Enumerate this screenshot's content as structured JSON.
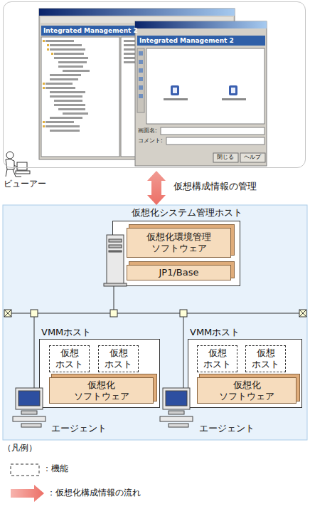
{
  "diagram": {
    "nodes": [
      {
        "text": [
          "ビューアー"
        ]
      },
      {
        "text": [
          "仮想化システム管理ホスト"
        ]
      },
      {
        "text": [
          "仮想化環境管理 ソフトウェア"
        ],
        "in": 1
      },
      {
        "text": [
          "JP1/Base"
        ],
        "in": 1
      },
      {
        "text": [
          "VMMホスト"
        ]
      },
      {
        "text": [
          "仮想 ホスト"
        ],
        "in": 4
      },
      {
        "text": [
          "仮想 ホスト"
        ],
        "in": 4
      },
      {
        "text": [
          "仮想化 ソフトウェア"
        ],
        "in": 4
      },
      {
        "text": [
          "VMMホスト"
        ]
      },
      {
        "text": [
          "仮想 ホスト"
        ],
        "in": 8
      },
      {
        "text": [
          "仮想 ホスト"
        ],
        "in": 8
      },
      {
        "text": [
          "仮想化 ソフトウェア"
        ],
        "in": 8
      }
    ],
    "edges": [
      {
        "from": 0,
        "to": 1,
        "label": "仮想構成情報の管理",
        "arrow": "both"
      }
    ],
    "labels": [
      "Integrated Management 2",
      "Integrated Management 2",
      "画面名:",
      "コメント:",
      "閉じる",
      "ヘルプ",
      "エージェント",
      "エージェント",
      "（凡例）"
    ],
    "legend": [
      {
        "text": "：機能"
      },
      {
        "text": "：仮想化構成情報の流れ"
      }
    ]
  }
}
